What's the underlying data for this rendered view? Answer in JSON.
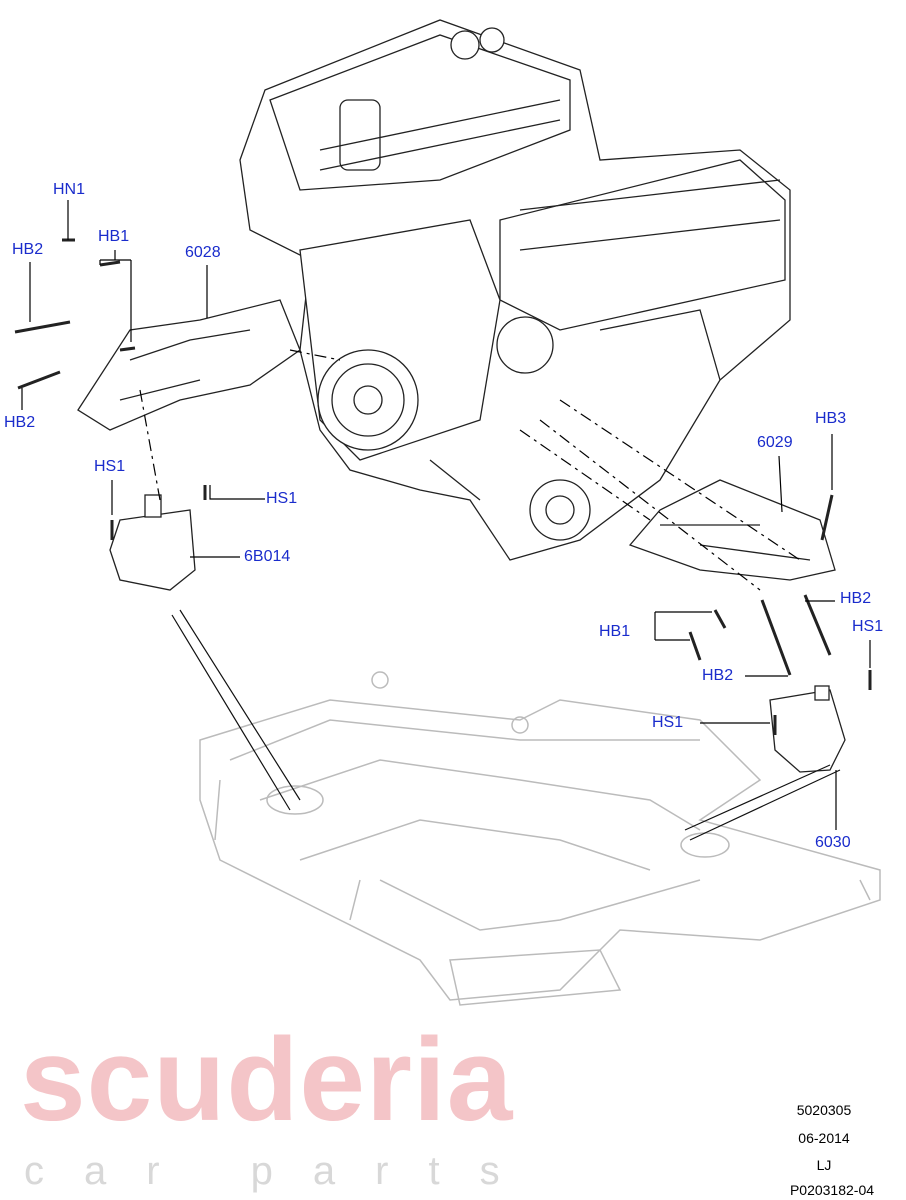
{
  "watermark": {
    "line1": "scuderia",
    "line2": "car parts"
  },
  "callouts": [
    {
      "id": "HN1",
      "label": "HN1"
    },
    {
      "id": "HB2-a",
      "label": "HB2"
    },
    {
      "id": "HB1-a",
      "label": "HB1"
    },
    {
      "id": "6028",
      "label": "6028"
    },
    {
      "id": "HB2-b",
      "label": "HB2"
    },
    {
      "id": "HS1-a",
      "label": "HS1"
    },
    {
      "id": "HS1-b",
      "label": "HS1"
    },
    {
      "id": "6B014",
      "label": "6B014"
    },
    {
      "id": "6029",
      "label": "6029"
    },
    {
      "id": "HB3",
      "label": "HB3"
    },
    {
      "id": "HB2-c",
      "label": "HB2"
    },
    {
      "id": "HS1-c",
      "label": "HS1"
    },
    {
      "id": "HB1-b",
      "label": "HB1"
    },
    {
      "id": "HB2-d",
      "label": "HB2"
    },
    {
      "id": "HS1-d",
      "label": "HS1"
    },
    {
      "id": "6030",
      "label": "6030"
    }
  ],
  "reference": {
    "code": "5020305",
    "date": "06-2014",
    "initials": "LJ",
    "illustration": "P0203182-04"
  },
  "colors": {
    "callout": "#1a2ccc",
    "drawing": "#222222",
    "subframe": "#bbbbbb",
    "watermark": "#f4c5c8"
  }
}
